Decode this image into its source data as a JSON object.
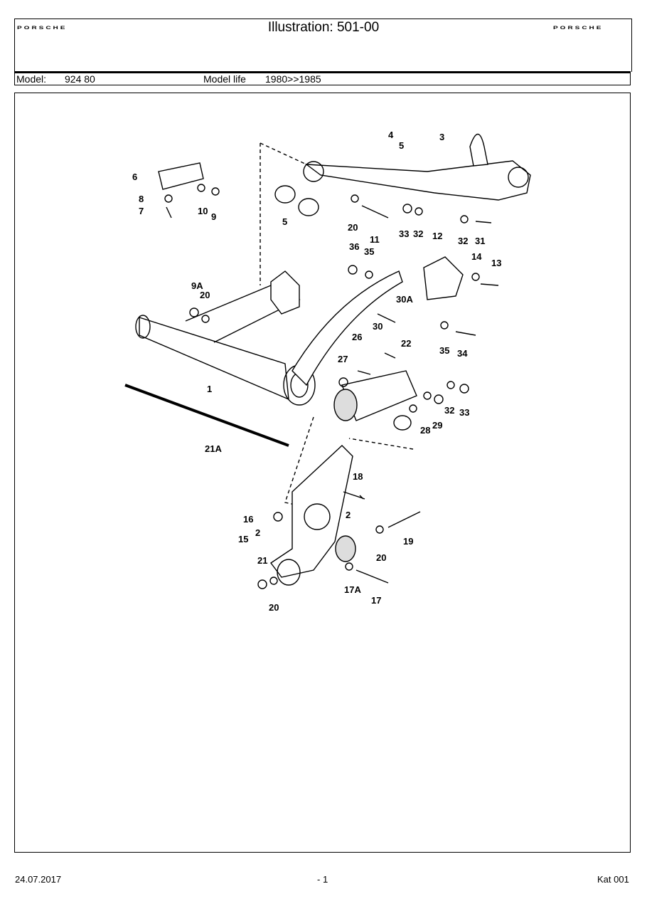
{
  "header": {
    "brand_left": "PORSCHE",
    "brand_right": "PORSCHE",
    "title": "Illustration: 501-00"
  },
  "model_bar": {
    "model_label": "Model:",
    "model_value": "924 80",
    "model_life_label": "Model life",
    "model_life_value": "1980>>1985"
  },
  "diagram": {
    "callouts": [
      "1",
      "2",
      "2",
      "3",
      "4",
      "5",
      "5",
      "6",
      "7",
      "8",
      "9",
      "9A",
      "10",
      "11",
      "12",
      "13",
      "14",
      "15",
      "16",
      "17",
      "17A",
      "18",
      "19",
      "20",
      "20",
      "20",
      "20",
      "21",
      "21A",
      "22",
      "26",
      "27",
      "28",
      "29",
      "30",
      "30A",
      "31",
      "32",
      "32",
      "32",
      "33",
      "33",
      "34",
      "35",
      "35",
      "36"
    ]
  },
  "footer": {
    "date": "24.07.2017",
    "page": "- 1",
    "catalog": "Kat 001"
  }
}
